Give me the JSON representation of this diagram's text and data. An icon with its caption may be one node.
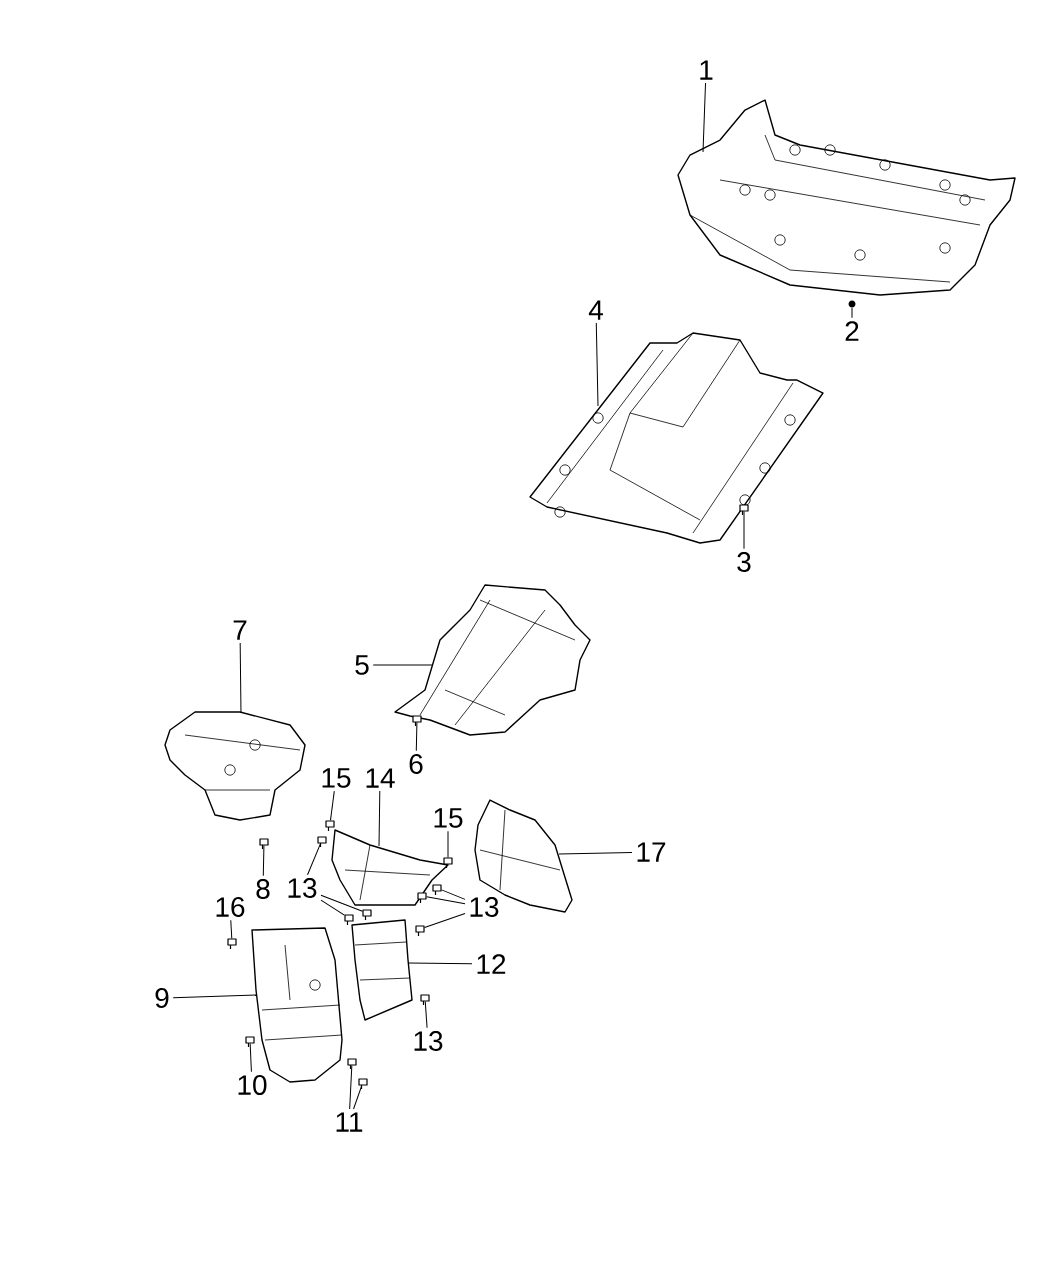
{
  "diagram": {
    "nodes": [
      {
        "text": [
          "1"
        ]
      },
      {
        "text": [
          "4"
        ]
      },
      {
        "text": [
          "2"
        ]
      },
      {
        "text": [
          "3"
        ]
      },
      {
        "text": [
          "7"
        ]
      },
      {
        "text": [
          "5"
        ]
      },
      {
        "text": [
          "6"
        ]
      },
      {
        "text": [
          "15"
        ]
      },
      {
        "text": [
          "14"
        ]
      },
      {
        "text": [
          "15"
        ]
      },
      {
        "text": [
          "17"
        ]
      },
      {
        "text": [
          "8"
        ]
      },
      {
        "text": [
          "13"
        ]
      },
      {
        "text": [
          "13"
        ]
      },
      {
        "text": [
          "16"
        ]
      },
      {
        "text": [
          "12"
        ]
      },
      {
        "text": [
          "9"
        ]
      },
      {
        "text": [
          "13"
        ]
      },
      {
        "text": [
          "10"
        ]
      },
      {
        "text": [
          "11"
        ]
      },
      {
        "text": [],
        "shape": "picture"
      },
      {
        "text": [],
        "shape": "circle"
      },
      {
        "text": [],
        "shape": "picture"
      },
      {
        "text": [],
        "shape": "bolt"
      },
      {
        "text": [],
        "shape": "picture"
      },
      {
        "text": [],
        "shape": "bolt"
      },
      {
        "text": [],
        "shape": "picture"
      },
      {
        "text": [],
        "shape": "bolt"
      },
      {
        "text": [],
        "shape": "picture"
      },
      {
        "text": [],
        "shape": "bolt"
      },
      {
        "text": [],
        "shape": "picture"
      },
      {
        "text": [],
        "shape": "bolt"
      },
      {
        "text": [],
        "shape": "bolt"
      },
      {
        "text": [],
        "shape": "bolt"
      },
      {
        "text": [],
        "shape": "bolt"
      },
      {
        "text": [],
        "shape": "bolt"
      },
      {
        "text": [],
        "shape": "bolt"
      },
      {
        "text": [],
        "shape": "bolt"
      },
      {
        "text": [],
        "shape": "bolt"
      },
      {
        "text": [],
        "shape": "picture"
      },
      {
        "text": [],
        "shape": "picture"
      },
      {
        "text": [],
        "shape": "bolt"
      },
      {
        "text": [],
        "shape": "bolt"
      },
      {
        "text": [],
        "shape": "bolt"
      },
      {
        "text": [],
        "shape": "bolt"
      }
    ],
    "edges": [
      {
        "from": 0,
        "to": 20,
        "arrow": "none"
      },
      {
        "from": 1,
        "to": 22,
        "arrow": "none"
      },
      {
        "from": 2,
        "to": 21,
        "arrow": "none"
      },
      {
        "from": 3,
        "to": 23,
        "arrow": "none"
      },
      {
        "from": 4,
        "to": 26,
        "arrow": "none"
      },
      {
        "from": 5,
        "to": 24,
        "arrow": "none"
      },
      {
        "from": 6,
        "to": 25,
        "arrow": "none"
      },
      {
        "from": 7,
        "to": 27,
        "arrow": "none"
      },
      {
        "from": 8,
        "to": 28,
        "arrow": "none"
      },
      {
        "from": 9,
        "to": 29,
        "arrow": "none"
      },
      {
        "from": 10,
        "to": 30,
        "arrow": "none"
      },
      {
        "from": 11,
        "to": 31,
        "arrow": "none"
      },
      {
        "from": 12,
        "to": 32,
        "arrow": "none"
      },
      {
        "from": 12,
        "to": 33,
        "arrow": "none"
      },
      {
        "from": 12,
        "to": 34,
        "arrow": "none"
      },
      {
        "from": 13,
        "to": 35,
        "arrow": "none"
      },
      {
        "from": 13,
        "to": 36,
        "arrow": "none"
      },
      {
        "from": 13,
        "to": 37,
        "arrow": "none"
      },
      {
        "from": 14,
        "to": 38,
        "arrow": "none"
      },
      {
        "from": 15,
        "to": 39,
        "arrow": "none"
      },
      {
        "from": 16,
        "to": 40,
        "arrow": "none"
      },
      {
        "from": 17,
        "to": 41,
        "arrow": "none"
      },
      {
        "from": 18,
        "to": 42,
        "arrow": "none"
      },
      {
        "from": 19,
        "to": 43,
        "arrow": "none"
      },
      {
        "from": 19,
        "to": 44,
        "arrow": "none"
      }
    ]
  }
}
